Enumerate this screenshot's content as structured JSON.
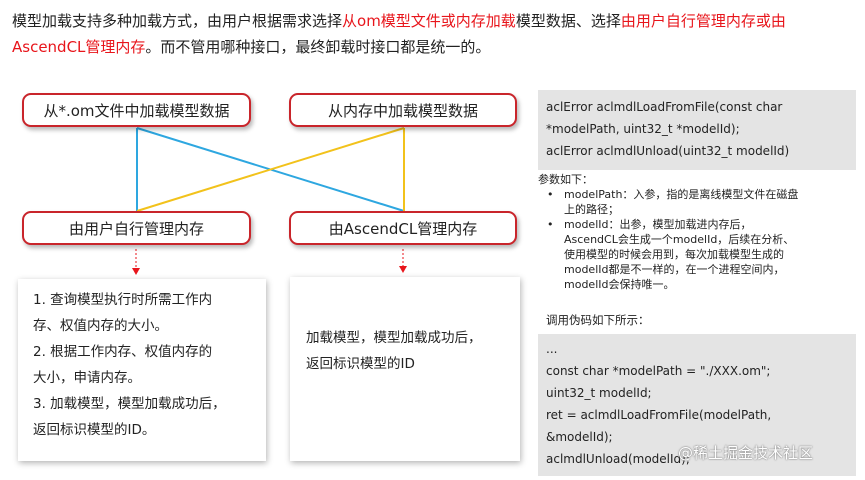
{
  "intro": {
    "part1": "模型加载支持多种加载方式，由用户根据需求选择",
    "hl1": "从om模型文件或内存加载",
    "part2": "模型数据、选择",
    "hl2": "由用户自行管理内存或由AscendCL管理内存",
    "part3": "。而不管用哪种接口，最终卸载时接口都是统一的。"
  },
  "nodes": {
    "from_file": "从*.om文件中加载模型数据",
    "from_memory": "从内存中加载模型数据",
    "user_managed": "由用户自行管理内存",
    "acl_managed": "由AscendCL管理内存"
  },
  "cards": {
    "user_steps": [
      "1. 查询模型执行时所需工作内",
      "存、权值内存的大小。",
      "2. 根据工作内存、权值内存的",
      "大小，申请内存。",
      "3. 加载模型，模型加载成功后，",
      "返回标识模型的ID。"
    ],
    "acl_steps": [
      "加载模型，模型加载成功后，",
      "返回标识模型的ID"
    ]
  },
  "api_code": [
    "aclError aclmdlLoadFromFile(const char",
    "*modelPath, uint32_t *modelId);",
    "aclError aclmdlUnload(uint32_t modelId)"
  ],
  "params": {
    "title": "参数如下：",
    "items": [
      {
        "bullet": "•",
        "lines": [
          "modelPath：入参，指的是离线模型文件在磁盘",
          "上的路径；"
        ]
      },
      {
        "bullet": "•",
        "lines": [
          "modelId：出参，模型加载进内存后，",
          "AscendCL会生成一个modelId，后续在分析、",
          "使用模型的时候会用到，每次加载模型生成的",
          "modelId都是不一样的，在一个进程空间内，",
          "modelId会保持唯一。"
        ]
      }
    ]
  },
  "pseudo_label": "调用伪码如下所示：",
  "pseudo_code": [
    "...",
    "const char *modelPath = \"./XXX.om\";",
    "uint32_t modelId;",
    "ret = aclmdlLoadFromFile(modelPath,",
    "&modelId);",
    "aclmdlUnload(modelId);"
  ],
  "watermark": "@稀土掘金技术社区",
  "colors": {
    "highlight": "#e8151b",
    "node_border": "#c9252b",
    "line_blue": "#2ea7e0",
    "line_yellow": "#f2c21b",
    "code_bg": "#e4e4e4"
  }
}
